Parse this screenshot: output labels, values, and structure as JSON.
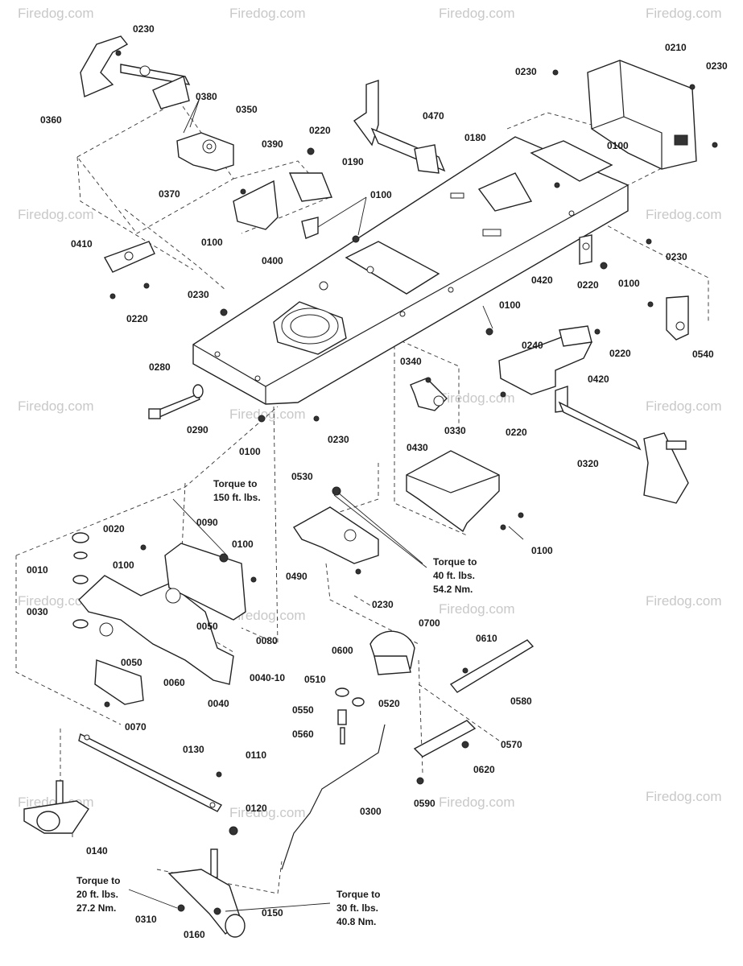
{
  "watermark": "Firedog.com",
  "labels": {
    "p0230a": "0230",
    "p0360": "0360",
    "p0380": "0380",
    "p0350": "0350",
    "p0370": "0370",
    "p0220a": "0220",
    "p0390": "0390",
    "p0190": "0190",
    "p0100a": "0100",
    "p0100b": "0100",
    "p0400": "0400",
    "p0470": "0470",
    "p0180": "0180",
    "p0210": "0210",
    "p0230b": "0230",
    "p0230c": "0230",
    "p0100c": "0100",
    "p0410": "0410",
    "p0220b": "0220",
    "p0230d": "0230",
    "p0230e": "0230",
    "p0420a": "0420",
    "p0220c": "0220",
    "p0100d": "0100",
    "p0540": "0540",
    "p0100e": "0100",
    "p0220d": "0220",
    "p0240": "0240",
    "p0420b": "0420",
    "p0340": "0340",
    "p0330": "0330",
    "p0220e": "0220",
    "p0320": "0320",
    "p0280": "0280",
    "p0290": "0290",
    "p0230f": "0230",
    "p0100f": "0100",
    "p0430": "0430",
    "p0100g": "0100",
    "p0530": "0530",
    "p0490": "0490",
    "p0230g": "0230",
    "p0020": "0020",
    "p0010": "0010",
    "p0100h": "0100",
    "p0090": "0090",
    "p0100i": "0100",
    "p0030": "0030",
    "p0050a": "0050",
    "p0080": "0080",
    "p0050b": "0050",
    "p0040-10": "0040-10",
    "p0060": "0060",
    "p0040": "0040",
    "p0070": "0070",
    "p0700": "0700",
    "p0600": "0600",
    "p0610": "0610",
    "p0510": "0510",
    "p0520": "0520",
    "p0580": "0580",
    "p0550": "0550",
    "p0560": "0560",
    "p0570": "0570",
    "p0620": "0620",
    "p0130": "0130",
    "p0110": "0110",
    "p0590": "0590",
    "p0300": "0300",
    "p0120": "0120",
    "p0140": "0140",
    "p0150": "0150",
    "p0310": "0310",
    "p0160": "0160"
  },
  "torque_notes": {
    "t150": [
      "Torque to",
      "150 ft. lbs."
    ],
    "t40": [
      "Torque to",
      "40 ft. lbs.",
      "54.2 Nm."
    ],
    "t20": [
      "Torque to",
      "20 ft. lbs.",
      "27.2 Nm."
    ],
    "t30": [
      "Torque to",
      "30 ft. lbs.",
      "40.8 Nm."
    ]
  }
}
